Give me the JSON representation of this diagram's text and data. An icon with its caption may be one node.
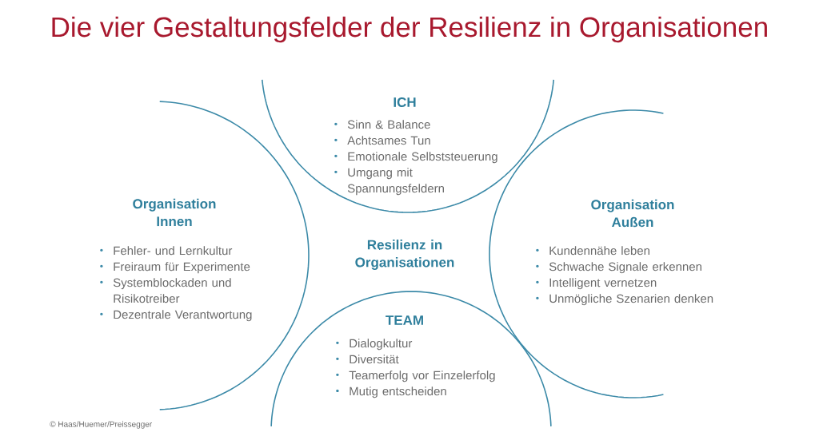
{
  "diagram": {
    "title": "Die vier Gestaltungsfelder der Resilienz in Organisationen",
    "nodes": [
      {
        "text": [
          "ICH",
          "Sinn & Balance",
          "Achtsames Tun",
          "Emotionale Selbststeuerung",
          "Umgang mit Spannungsfeldern"
        ]
      },
      {
        "text": [
          "Organisation Innen",
          "Fehler- und Lernkultur",
          "Freiraum für Experimente",
          "Systemblockaden und Risikotreiber",
          "Dezentrale Verantwortung"
        ]
      },
      {
        "text": [
          "Organisation Außen",
          "Kundennähe leben",
          "Schwache Signale erkennen",
          "Intelligent vernetzen",
          "Unmögliche Szenarien denken"
        ]
      },
      {
        "text": [
          "TEAM",
          "Dialogkultur",
          "Diversität",
          "Teamerfolg vor Einzelerfolg",
          "Mutig entscheiden"
        ]
      }
    ],
    "labels": [
      "Resilienz in Organisationen",
      "© Haas/Huemer/Preissegger"
    ]
  }
}
